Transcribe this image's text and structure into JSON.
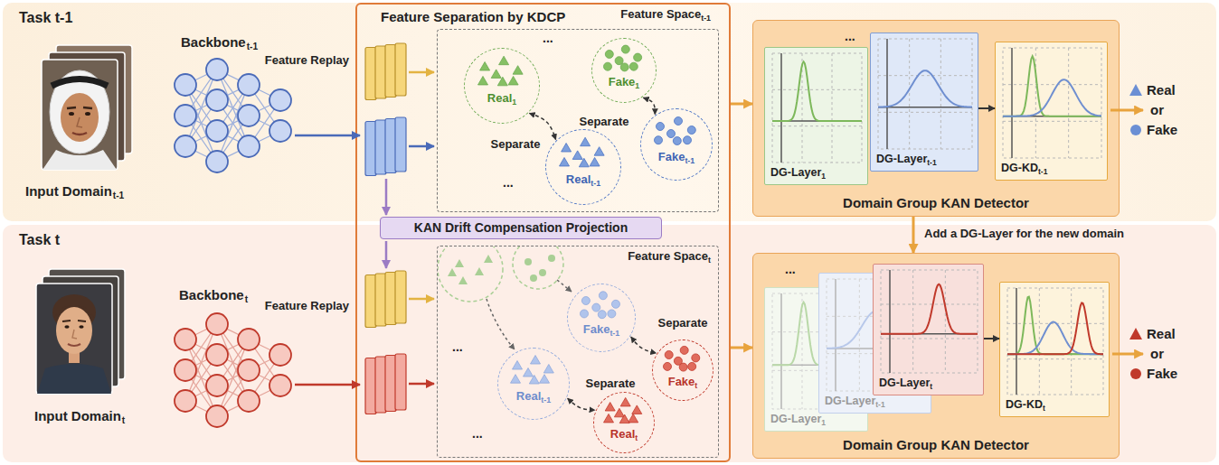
{
  "diagram": {
    "nodes": [
      {
        "text": [
          "Task t-1"
        ]
      },
      {
        "text": [
          "Task t"
        ]
      },
      {
        "text": [
          "Feature Separation by KDCP"
        ]
      },
      {
        "text": [
          "Feature Space",
          "t-1"
        ],
        "in": 2
      },
      {
        "text": [
          "Real",
          "1"
        ],
        "in": 3
      },
      {
        "text": [
          "Fake",
          "1"
        ],
        "in": 3
      },
      {
        "text": [
          "Real",
          "t-1"
        ],
        "in": 3
      },
      {
        "text": [
          "Fake",
          "t-1"
        ],
        "in": 3
      },
      {
        "text": [
          "KAN Drift Compensation Projection"
        ],
        "in": 2
      },
      {
        "text": [
          "Feature Space",
          "t"
        ],
        "in": 2
      },
      {
        "text": [
          "Fake",
          "t-1"
        ],
        "in": 9
      },
      {
        "text": [
          "Real",
          "t-1"
        ],
        "in": 9
      },
      {
        "text": [
          "Fake",
          "t"
        ],
        "in": 9
      },
      {
        "text": [
          "Real",
          "t"
        ],
        "in": 9
      },
      {
        "text": [
          "Domain Group KAN Detector"
        ],
        "in": 0
      },
      {
        "text": [
          "DG-Layer",
          "1"
        ],
        "in": 14
      },
      {
        "text": [
          "DG-Layer",
          "t-1"
        ],
        "in": 14
      },
      {
        "text": [
          "DG-KD",
          "t-1"
        ],
        "in": 14
      },
      {
        "text": [
          "Domain Group KAN Detector"
        ],
        "in": 1
      },
      {
        "text": [
          "DG-Layer",
          "1"
        ],
        "in": 18
      },
      {
        "text": [
          "DG-Layer",
          "t-1"
        ],
        "in": 18
      },
      {
        "text": [
          "DG-Layer",
          "t"
        ],
        "in": 18
      },
      {
        "text": [
          "DG-KD",
          "t"
        ],
        "in": 18
      }
    ],
    "edges": [
      {
        "from": 2,
        "to": 14,
        "arrow": "to"
      },
      {
        "from": 2,
        "to": 18,
        "arrow": "to"
      },
      {
        "from": 14,
        "to": 18,
        "label": "Add a DG-Layer for the new domain",
        "arrow": "to"
      },
      {
        "from": 16,
        "to": 17,
        "arrow": "to"
      },
      {
        "from": 21,
        "to": 22,
        "arrow": "to"
      },
      {
        "from": 5,
        "to": 7,
        "label": "Separate",
        "arrow": "both"
      },
      {
        "from": 4,
        "to": 6,
        "label": "Separate",
        "arrow": "both"
      },
      {
        "from": 10,
        "to": 12,
        "label": "Separate",
        "arrow": "both"
      },
      {
        "from": 11,
        "to": 13,
        "label": "Separate",
        "arrow": "both"
      }
    ],
    "labels": [
      "Input Domain",
      "t-1",
      "Backbone",
      "t-1",
      "Feature Replay",
      "...",
      "...",
      "...",
      "Real",
      "or",
      "Fake",
      "Input Domain",
      "t",
      "Backbone",
      "t",
      "Feature Replay",
      "...",
      "...",
      "...",
      "Real",
      "or",
      "Fake"
    ]
  }
}
